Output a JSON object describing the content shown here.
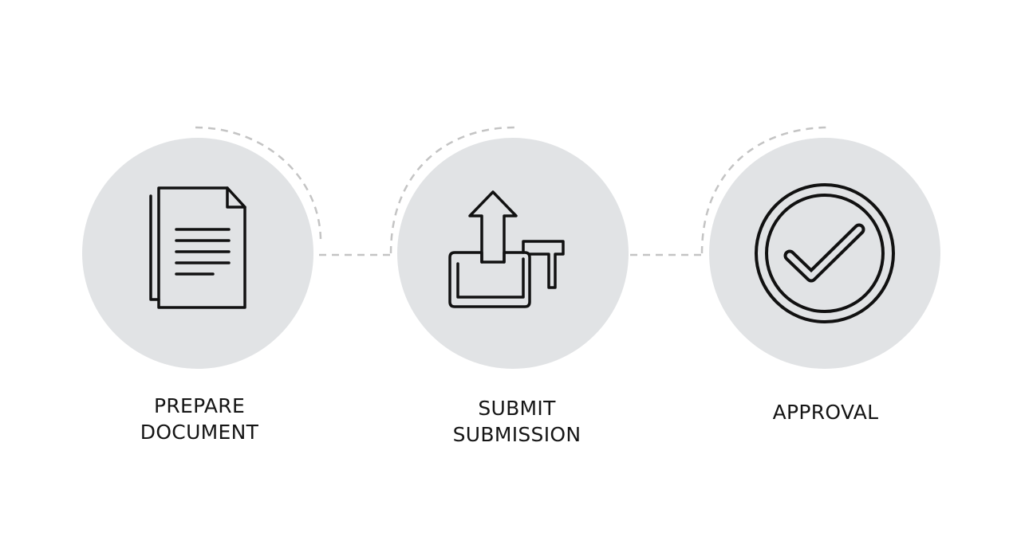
{
  "steps": [
    {
      "id": "prepare",
      "icon": "document-icon",
      "label_lines": [
        "PREPARE",
        "DOCUMENT"
      ]
    },
    {
      "id": "submit",
      "icon": "upload-tray-icon",
      "label_lines": [
        "SUBMIT",
        "SUBMISSION"
      ]
    },
    {
      "id": "approval",
      "icon": "check-circle-icon",
      "label_lines": [
        "APPROVAL"
      ]
    }
  ],
  "colors": {
    "circle_fill": "#e1e3e5",
    "connector": "#c4c4c4",
    "icon_stroke": "#111111",
    "text": "#151515"
  }
}
